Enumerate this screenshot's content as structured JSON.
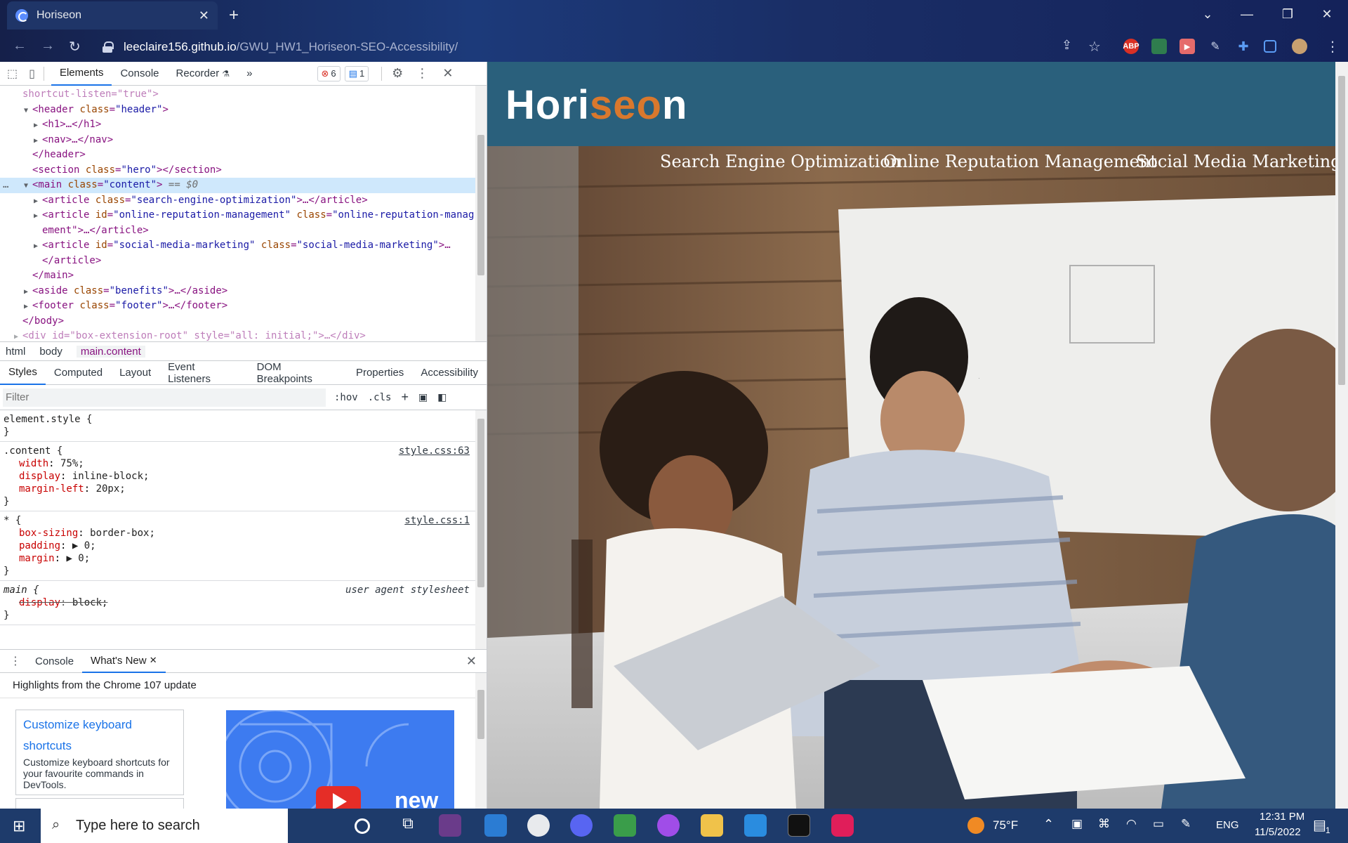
{
  "browser": {
    "tab_title": "Horiseon",
    "url_host": "leeclaire156.github.io",
    "url_path": "/GWU_HW1_Horiseon-SEO-Accessibility/",
    "extensions": [
      "ABP"
    ]
  },
  "devtools": {
    "tabs": [
      "Elements",
      "Console",
      "Recorder"
    ],
    "error_count": "6",
    "message_count": "1",
    "dom_lines": [
      {
        "indent": 0,
        "html": "shortcut-listen=\"true\">",
        "kind": "cut"
      },
      {
        "indent": 1,
        "tri": "▼",
        "open": "<header",
        "attrs": [
          [
            "class",
            "header"
          ]
        ],
        "close": ">"
      },
      {
        "indent": 2,
        "tri": "▶",
        "text": "<h1>…</h1>"
      },
      {
        "indent": 2,
        "tri": "▶",
        "text": "<nav>…</nav>"
      },
      {
        "indent": 1,
        "text": "</header>"
      },
      {
        "indent": 1,
        "open": "<section",
        "attrs": [
          [
            "class",
            "hero"
          ]
        ],
        "close": "></section>"
      },
      {
        "indent": 1,
        "tri": "▼",
        "open": "<main",
        "attrs": [
          [
            "class",
            "content"
          ]
        ],
        "close": ">",
        "suffix": " == $0",
        "selected": true
      },
      {
        "indent": 2,
        "tri": "▶",
        "open": "<article",
        "attrs": [
          [
            "class",
            "search-engine-optimization"
          ]
        ],
        "close": ">…</article>"
      },
      {
        "indent": 2,
        "tri": "▶",
        "open": "<article",
        "attrs": [
          [
            "id",
            "online-reputation-management"
          ],
          [
            "class",
            "online-reputation-manag"
          ]
        ],
        "close": ""
      },
      {
        "indent": 2,
        "text": "ement\">…</article>"
      },
      {
        "indent": 2,
        "tri": "▶",
        "open": "<article",
        "attrs": [
          [
            "id",
            "social-media-marketing"
          ],
          [
            "class",
            "social-media-marketing"
          ]
        ],
        "close": ">…"
      },
      {
        "indent": 2,
        "text": "</article>"
      },
      {
        "indent": 1,
        "text": "</main>"
      },
      {
        "indent": 1,
        "tri": "▶",
        "open": "<aside",
        "attrs": [
          [
            "class",
            "benefits"
          ]
        ],
        "close": ">…</aside>"
      },
      {
        "indent": 1,
        "tri": "▶",
        "open": "<footer",
        "attrs": [
          [
            "class",
            "footer"
          ]
        ],
        "close": ">…</footer>"
      },
      {
        "indent": 0,
        "text": "</body>"
      },
      {
        "indent": 0,
        "tri": "▶",
        "text": "<div id=\"box-extension-root\" style=\"all: initial;\">…</div>",
        "kind": "cut"
      }
    ],
    "breadcrumbs": [
      "html",
      "body",
      "main.content"
    ],
    "style_tabs": [
      "Styles",
      "Computed",
      "Layout",
      "Event Listeners",
      "DOM Breakpoints",
      "Properties",
      "Accessibility"
    ],
    "filter_placeholder": "Filter",
    "hov": ":hov",
    "cls": ".cls",
    "rules": [
      {
        "selector": "element.style {",
        "source": "",
        "props": [],
        "end": "}"
      },
      {
        "selector": ".content {",
        "source": "style.css:63",
        "props": [
          [
            "width",
            "75%;"
          ],
          [
            "display",
            "inline-block;"
          ],
          [
            "margin-left",
            "20px;"
          ]
        ],
        "end": "}"
      },
      {
        "selector": "* {",
        "source": "style.css:1",
        "props": [
          [
            "box-sizing",
            "border-box;"
          ],
          [
            "padding",
            "▶ 0;"
          ],
          [
            "margin",
            "▶ 0;"
          ]
        ],
        "end": "}"
      },
      {
        "selector": "main {",
        "source": "user agent stylesheet",
        "ua": true,
        "props": [
          [
            "display",
            "block;",
            "strike"
          ]
        ],
        "end": "}"
      }
    ],
    "drawer_tabs": [
      "Console",
      "What's New"
    ],
    "whats_new_heading": "Highlights from the Chrome 107 update",
    "card1_title_a": "Customize keyboard",
    "card1_title_b": "shortcuts",
    "card1_desc": "Customize keyboard shortcuts for your favourite commands in DevTools.",
    "card2_title": "Object highlighting in the",
    "video_label": "new"
  },
  "site": {
    "logo_a": "Hori",
    "logo_b": "seo",
    "logo_c": "n",
    "nav": [
      "Search Engine Optimization",
      "Online Reputation Management",
      "Social Media Marketing"
    ]
  },
  "taskbar": {
    "search_placeholder": "Type here to search",
    "weather": "75°F",
    "lang": "ENG",
    "time": "12:31 PM",
    "date": "11/5/2022",
    "notif_count": "1"
  },
  "colors": {
    "header_bg": "#2a607c",
    "logo_accent": "#d9782d",
    "selection": "#cfe8fc"
  }
}
